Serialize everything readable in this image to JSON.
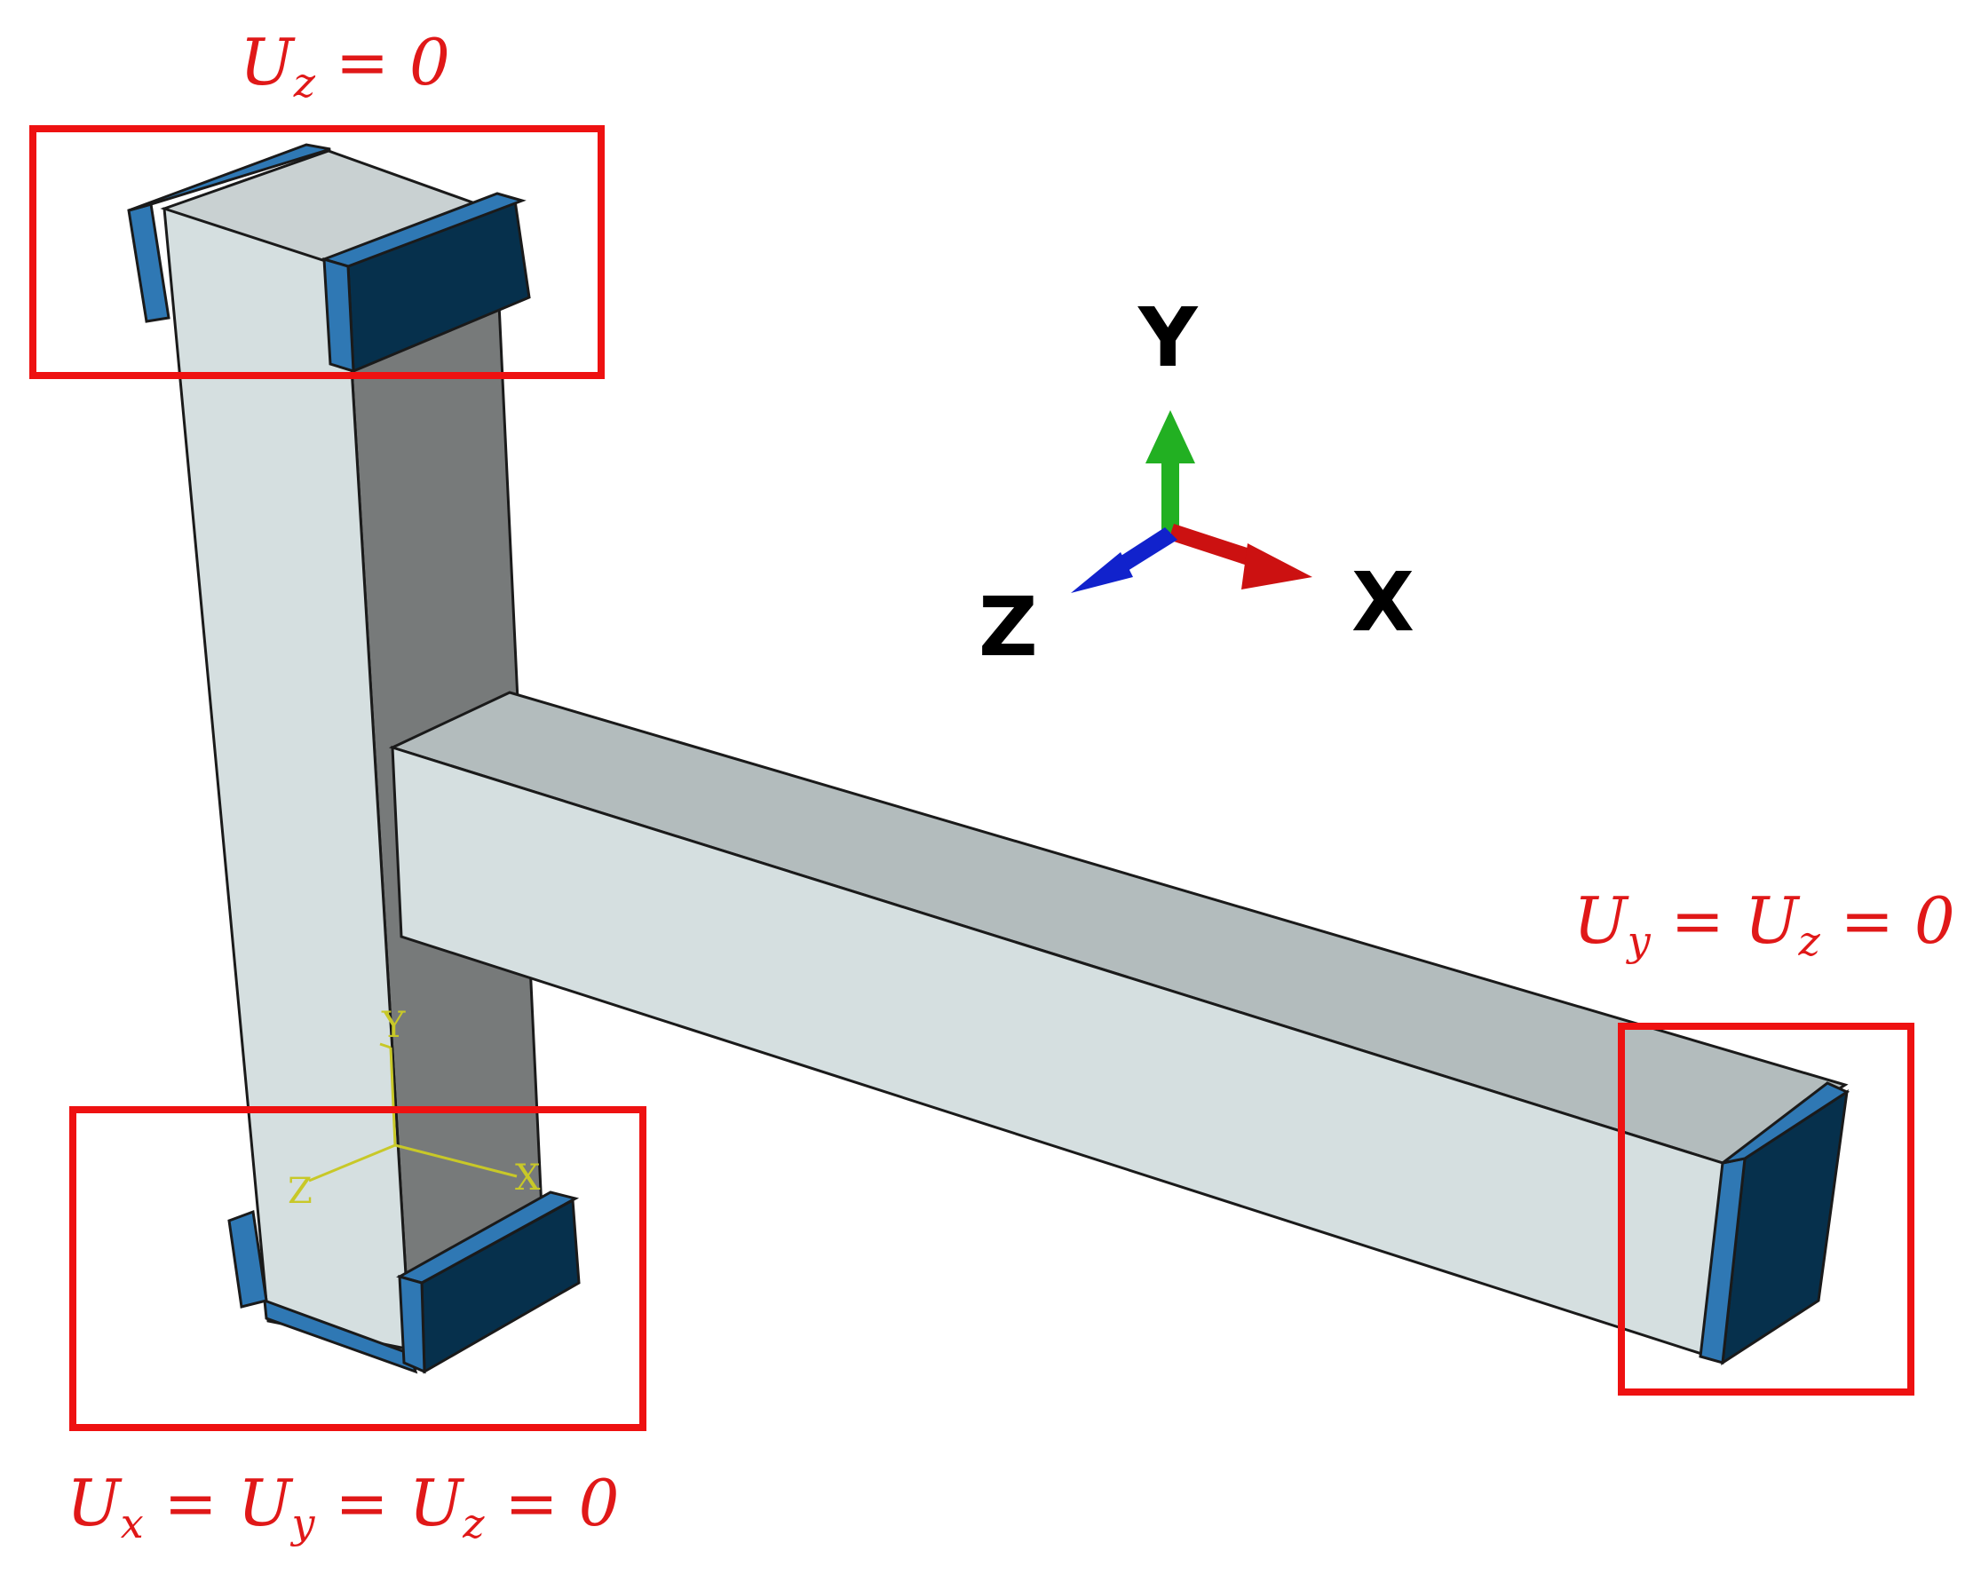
{
  "colors": {
    "constraint_box": "#ee1111",
    "label_red": "#e01818",
    "beam_front": "#d5dfe0",
    "beam_top": "#b3bcbd",
    "column_side": "#777a7a",
    "plate_dark": "#06304c",
    "plate_light": "#2f78b4",
    "axis_x": "#cc1111",
    "axis_y": "#22b022",
    "axis_z": "#1122cc",
    "local_triad": "#c8c828",
    "outline": "#1a1a1a"
  },
  "triad": {
    "x_label": "X",
    "y_label": "Y",
    "z_label": "Z"
  },
  "local_triad": {
    "x_label": "X",
    "y_label": "Y",
    "z_label": "Z"
  },
  "constraints": {
    "top": {
      "terms": [
        {
          "base": "U",
          "sub": "z"
        }
      ],
      "tail": " = 0"
    },
    "bottom": {
      "terms": [
        {
          "base": "U",
          "sub": "x"
        },
        {
          "base": "U",
          "sub": "y"
        },
        {
          "base": "U",
          "sub": "z"
        }
      ],
      "tail": " = 0"
    },
    "right": {
      "terms": [
        {
          "base": "U",
          "sub": "y"
        },
        {
          "base": "U",
          "sub": "z"
        }
      ],
      "tail": " = 0"
    }
  }
}
